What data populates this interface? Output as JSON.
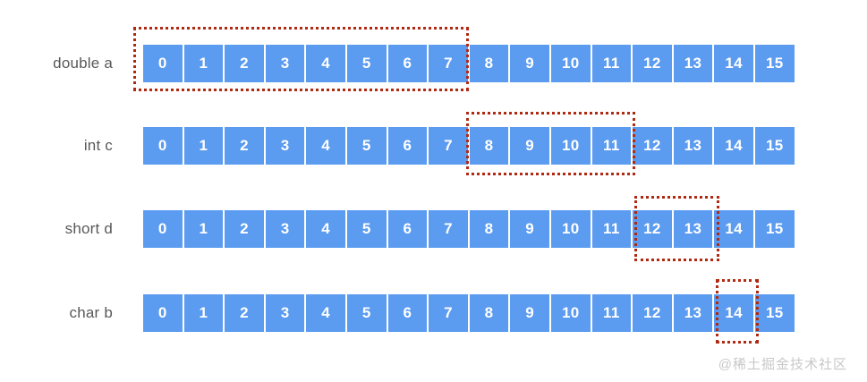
{
  "diagram": {
    "title": "memory-alignment-array-diagram",
    "cell_indices": [
      "0",
      "1",
      "2",
      "3",
      "4",
      "5",
      "6",
      "7",
      "8",
      "9",
      "10",
      "11",
      "12",
      "13",
      "14",
      "15"
    ],
    "colors": {
      "cell_fill": "#5B9BF0",
      "cell_text": "#FFFFFF",
      "highlight_border": "#B02A12",
      "label_text": "#595959",
      "background": "#FFFFFF",
      "watermark_text": "#C8C8C8"
    },
    "rows": [
      {
        "label": "double a",
        "highlight_start": 0,
        "highlight_end": 7,
        "highlight_count": 8
      },
      {
        "label": "int c",
        "highlight_start": 8,
        "highlight_end": 11,
        "highlight_count": 4
      },
      {
        "label": "short d",
        "highlight_start": 12,
        "highlight_end": 13,
        "highlight_count": 2
      },
      {
        "label": "char b",
        "highlight_start": 14,
        "highlight_end": 14,
        "highlight_count": 1
      }
    ]
  },
  "watermark": {
    "text": "@稀土掘金技术社区"
  }
}
